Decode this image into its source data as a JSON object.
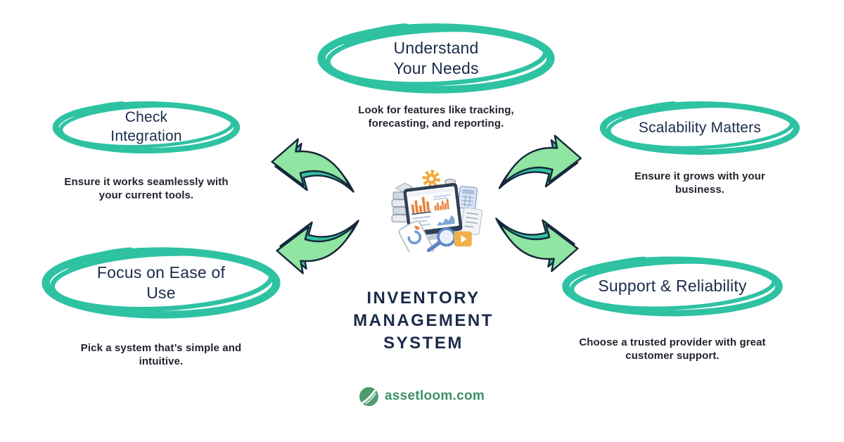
{
  "title": "Inventory Management System infographic",
  "colors": {
    "teal_oval": "#2ec2a3",
    "navy_text": "#1b2b4b",
    "body_text": "#21242f",
    "arrow_green": "#8fe5a1",
    "arrow_teal_side": "#35c0a0",
    "arrow_outline": "#15263b",
    "logo_circle_green": "#4e9b6f",
    "logo_text_green": "#3e9168",
    "background": "#ffffff"
  },
  "center": {
    "title": "INVENTORY\nMANAGEMENT\nSYSTEM",
    "illustration": "inventory-dashboard-clipart"
  },
  "brand": {
    "name": "assetloom.com",
    "icon": "leaf-circle-icon"
  },
  "nodes": [
    {
      "id": "understand-your-needs",
      "title": "Understand\nYour Needs",
      "description": "Look for features like tracking,\nforecasting, and reporting.",
      "position": "top-center"
    },
    {
      "id": "check-integration",
      "title": "Check\nIntegration",
      "description": "Ensure it works seamlessly with\nyour current tools.",
      "position": "upper-left"
    },
    {
      "id": "scalability-matters",
      "title": "Scalability Matters",
      "description": "Ensure it grows with your\nbusiness.",
      "position": "upper-right"
    },
    {
      "id": "focus-on-ease-of-use",
      "title": "Focus on Ease of\nUse",
      "description": "Pick a system that’s simple and\nintuitive.",
      "position": "lower-left"
    },
    {
      "id": "support-reliability",
      "title": "Support & Reliability",
      "description": "Choose a trusted provider with great\ncustomer support.",
      "position": "lower-right"
    }
  ],
  "arrows": [
    {
      "id": "arrow-to-check-integration",
      "direction": "upper-left"
    },
    {
      "id": "arrow-to-scalability-matters",
      "direction": "upper-right"
    },
    {
      "id": "arrow-to-focus-on-ease-of-use",
      "direction": "lower-left"
    },
    {
      "id": "arrow-to-support-reliability",
      "direction": "lower-right"
    }
  ]
}
